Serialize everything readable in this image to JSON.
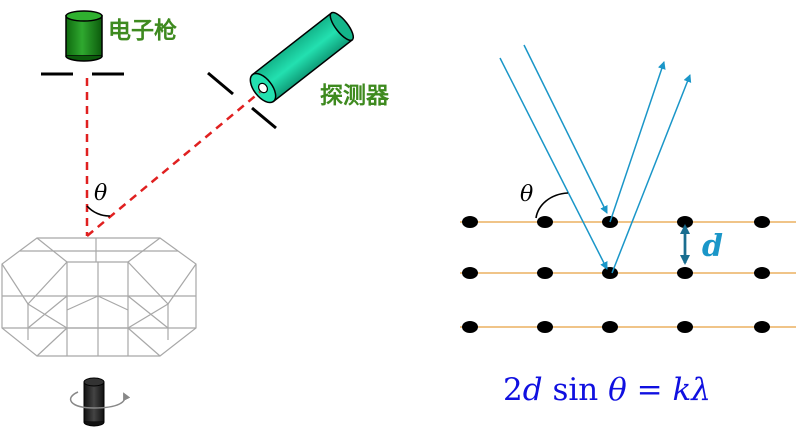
{
  "left": {
    "gun_label": "电子枪",
    "detector_label": "探测器",
    "theta_label": "θ"
  },
  "right": {
    "theta_label": "θ",
    "spacing_label": "d",
    "equation": {
      "part1": "2",
      "part2": "d",
      "part3": " sin ",
      "part4": "θ",
      "part5": " = ",
      "part6": "kλ"
    }
  },
  "colors": {
    "green_label": "#3e8a1f",
    "gun_body": "#1f8a1f",
    "detector_body": "#1ad6a6",
    "beam_dashed": "#e02020",
    "ray": "#1a96c8",
    "lattice_line": "#e8a040",
    "equation": "#1010e0"
  }
}
